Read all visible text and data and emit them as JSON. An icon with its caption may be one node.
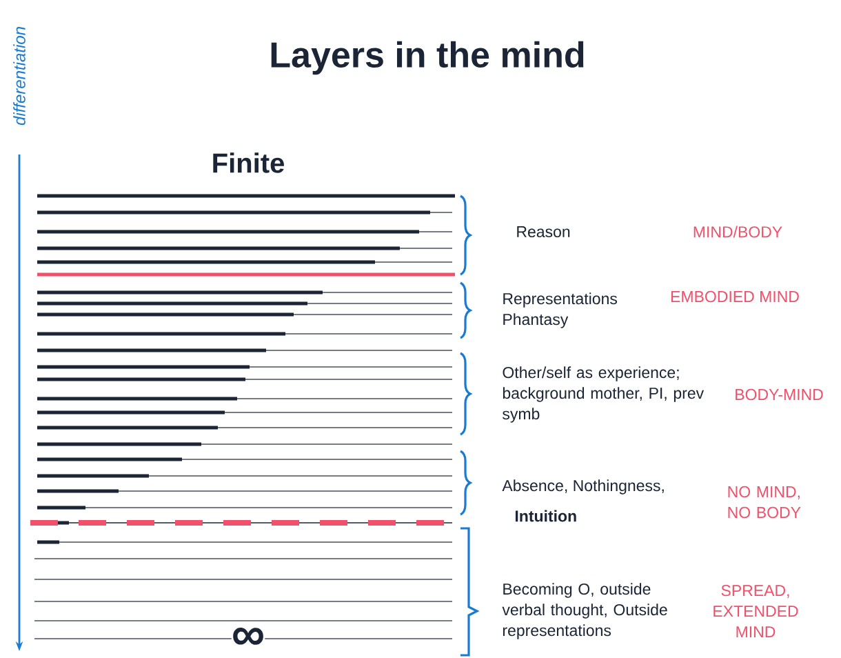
{
  "diagram": {
    "title": "Layers in the mind",
    "labels": [
      "differentiation",
      "Finite",
      "∞",
      "Reason",
      "MIND/BODY",
      "Representations Phantasy",
      "EMBODIED MIND",
      "Other/self as experience; background mother, PI, prev symb",
      "BODY-MIND",
      "Absence, Nothingness,",
      "Intuition",
      "NO MIND, NO BODY",
      "Becoming O, outside verbal thought, Outside representations",
      "SPREAD, EXTENDED MIND"
    ]
  }
}
